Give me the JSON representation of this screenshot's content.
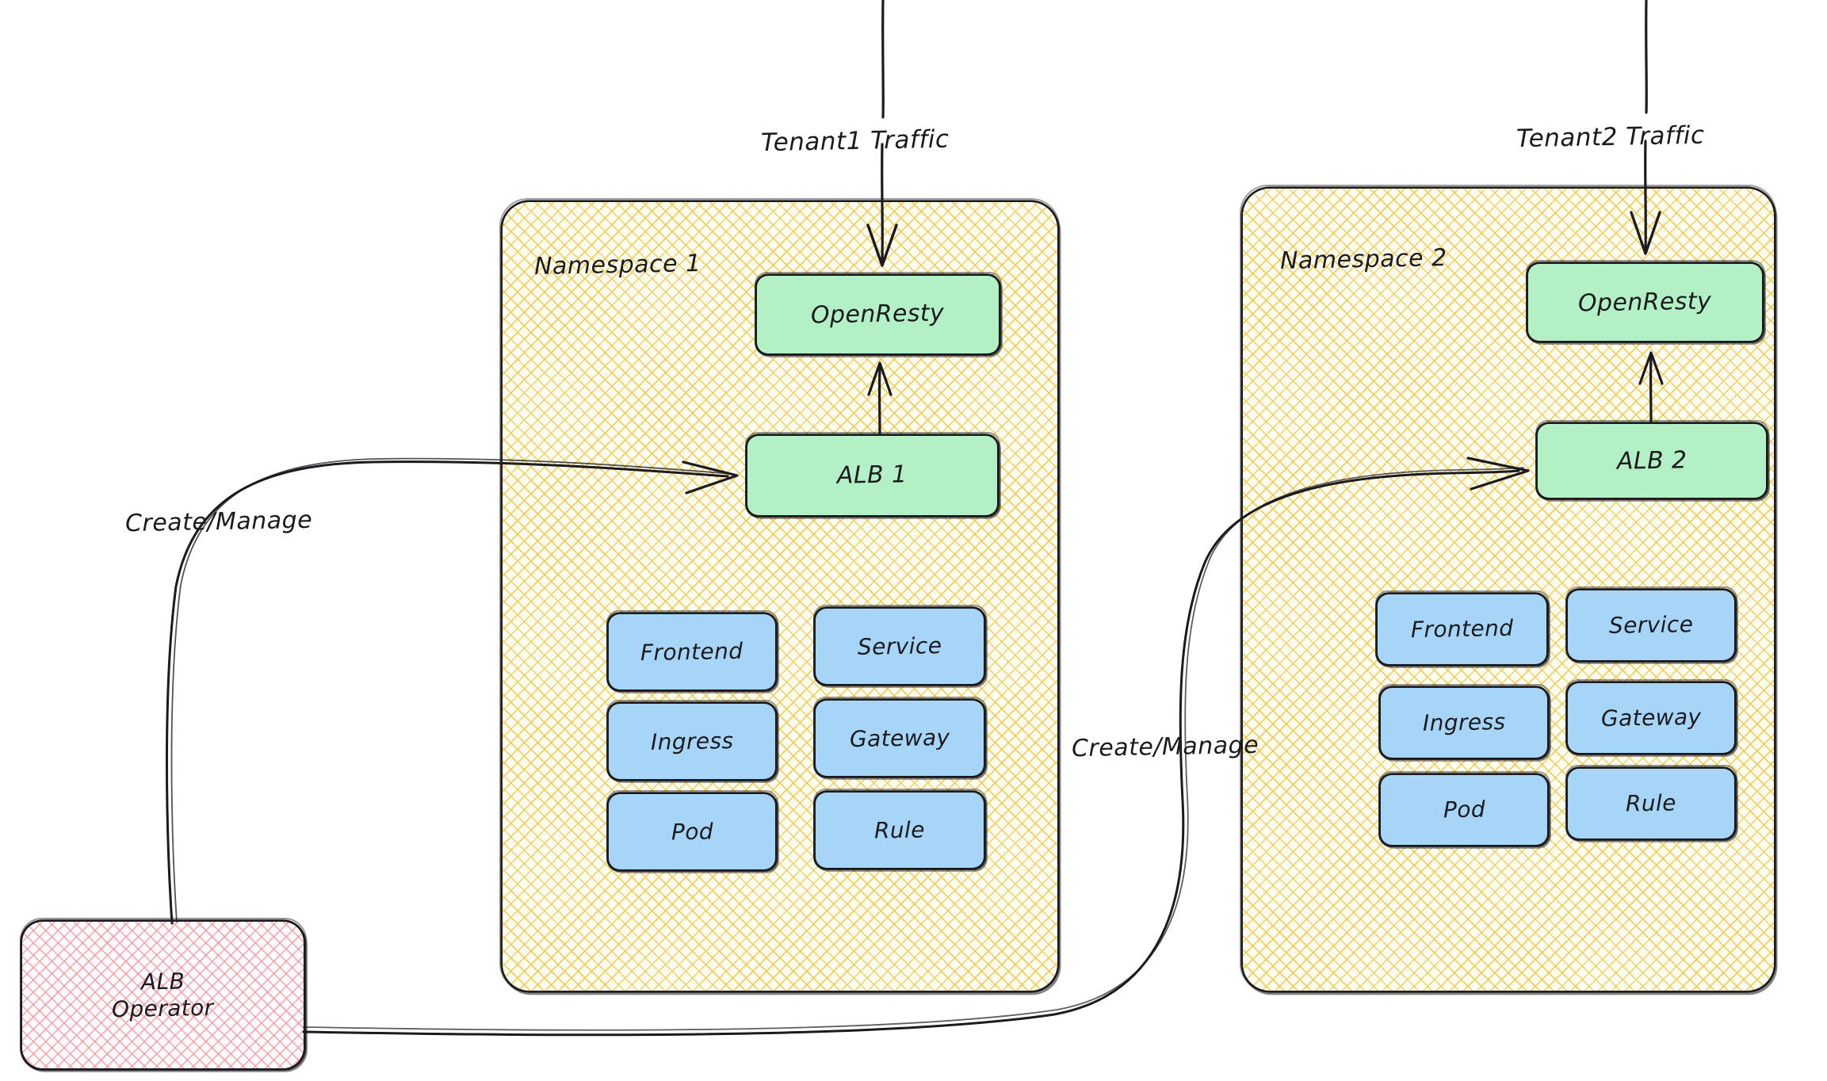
{
  "diagram": {
    "title": "Multi-tenant ALB architecture",
    "colors": {
      "namespace_fill": "#fffdf0",
      "namespace_hatch": "#f0c850",
      "green_node": "#b3f0c5",
      "blue_node": "#a7d5f7",
      "pink_node_hatch": "#ee8c96",
      "stroke": "#1b1b1f"
    }
  },
  "traffic": {
    "tenant1_label": "Tenant1 Traffic",
    "tenant2_label": "Tenant2 Traffic"
  },
  "operator": {
    "line1": "ALB",
    "line2": "Operator"
  },
  "edges": {
    "create_manage_1": "Create/Manage",
    "create_manage_2": "Create/Manage"
  },
  "namespaces": [
    {
      "label": "Namespace 1",
      "openresty": "OpenResty",
      "alb": "ALB 1",
      "resources": [
        "Frontend",
        "Service",
        "Ingress",
        "Gateway",
        "Pod",
        "Rule"
      ]
    },
    {
      "label": "Namespace 2",
      "openresty": "OpenResty",
      "alb": "ALB 2",
      "resources": [
        "Frontend",
        "Service",
        "Ingress",
        "Gateway",
        "Pod",
        "Rule"
      ]
    }
  ]
}
